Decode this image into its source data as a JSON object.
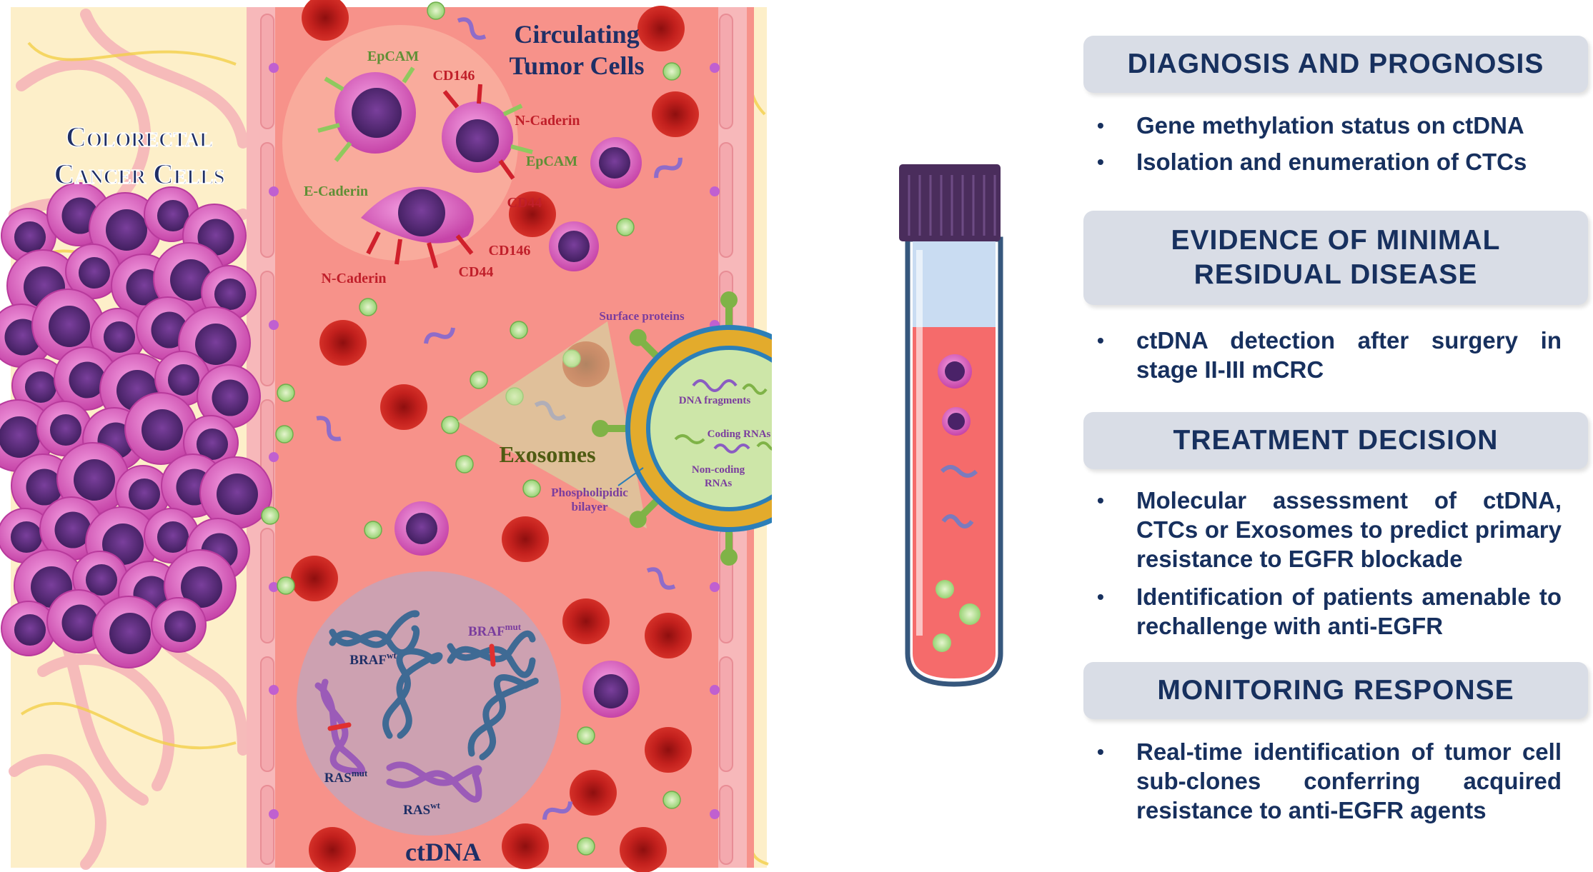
{
  "illustration": {
    "crc_title": [
      "Colorectal",
      "Cancer Cells"
    ],
    "ctc_title": [
      "Circulating",
      "Tumor Cells"
    ],
    "ctc_markers": {
      "epcam_top": "EpCAM",
      "cd146_top": "CD146",
      "ncaderin_right": "N-Caderin",
      "epcam_right": "EpCAM",
      "ecaderin": "E-Caderin",
      "cd44_right": "CD44",
      "cd146_bottom": "CD146",
      "ncaderin_bottom": "N-Caderin",
      "cd44_bottom": "CD44"
    },
    "exosome": {
      "label": "Exosomes",
      "surface_proteins": "Surface proteins",
      "dna_fragments": "DNA fragments",
      "coding_rnas": "Coding RNAs",
      "noncoding_rnas": [
        "Non-coding",
        "RNAs"
      ],
      "bilayer": [
        "Phospholipidic",
        "bilayer"
      ]
    },
    "ctdna": {
      "label": "ctDNA",
      "braf_wt": "BRAF",
      "braf_wt_sup": "wt",
      "braf_mut": "BRAF",
      "braf_mut_sup": "mut",
      "ras_mut": "RAS",
      "ras_mut_sup": "mut",
      "ras_wt": "RAS",
      "ras_wt_sup": "wt"
    }
  },
  "sections": {
    "diagnosis": {
      "title": "DIAGNOSIS AND PROGNOSIS",
      "items": [
        "Gene methylation status on ctDNA",
        "Isolation and enumeration of CTCs"
      ]
    },
    "mrd": {
      "title": [
        "EVIDENCE OF MINIMAL",
        "RESIDUAL DISEASE"
      ],
      "items": [
        "ctDNA detection after surgery in stage II-III mCRC"
      ]
    },
    "treatment": {
      "title": "TREATMENT DECISION",
      "items": [
        "Molecular assessment of ctDNA, CTCs or Exosomes to predict primary resistance to EGFR blockade",
        "Identification of patients amenable to rechallenge with anti-EGFR"
      ]
    },
    "monitoring": {
      "title": "MONITORING RESPONSE",
      "items": [
        "Real-time identification of tumor cell sub-clones conferring acquired resistance to anti-EGFR agents"
      ]
    }
  },
  "colors": {
    "heading_text": "#17305e",
    "heading_bg": "#d9dde6",
    "vessel": "#f7928a",
    "tissue": "#fdefc9",
    "tumor_cell": "#e05fc2",
    "nucleus": "#5a2a78",
    "rbc": "#c21f1f",
    "exosome_shell": "#e0a82a",
    "exosome_core": "#cde6a8",
    "ctdna_circle": "#c5a3b7",
    "tube_cap": "#4a2d5c"
  }
}
